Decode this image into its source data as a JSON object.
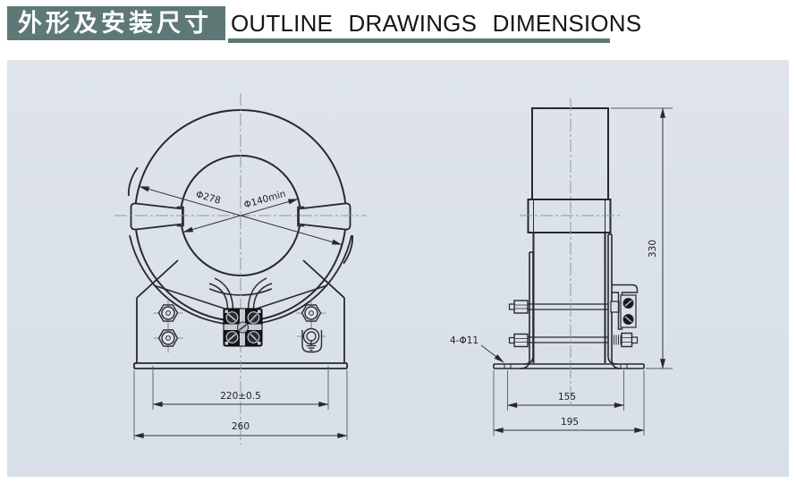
{
  "header": {
    "title_cn": "外形及安装尺寸",
    "title_en": "OUTLINE  DRAWINGS  DIMENSIONS"
  },
  "colors": {
    "header_bg": "#5e7876",
    "underline": "#5e7876",
    "panel_bg": "#dae1e9",
    "drawing_line": "#26292d",
    "centerline": "#8e97a1",
    "dimension_line": "#33363a",
    "terminal_block_fill": "#15161a"
  },
  "front_view": {
    "labels": {
      "outer_dia": "Φ278",
      "inner_dia": "Φ140min",
      "slot_spacing": "220±0.5",
      "base_width": "260"
    }
  },
  "side_view": {
    "labels": {
      "height": "330",
      "holes": "4-Φ11",
      "hole_spacing": "155",
      "base_width": "195"
    }
  }
}
